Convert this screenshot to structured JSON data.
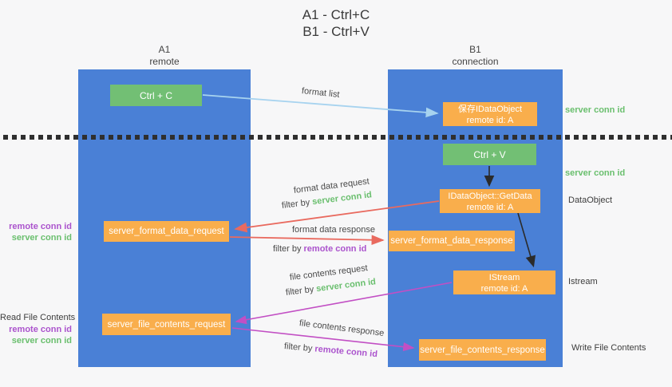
{
  "title": {
    "line1": "A1 - Ctrl+C",
    "line2": "B1 - Ctrl+V"
  },
  "columns": {
    "left": {
      "name": "A1",
      "role": "remote"
    },
    "right": {
      "name": "B1",
      "role": "connection"
    }
  },
  "nodes": {
    "ctrl_c": {
      "label": "Ctrl + C"
    },
    "ctrl_v": {
      "label": "Ctrl + V"
    },
    "save_dataobject": {
      "line1": "保存IDataObject",
      "line2": "remote id: A"
    },
    "getdata": {
      "line1": "IDataObject::GetData",
      "line2": "remote id: A"
    },
    "istream": {
      "line1": "IStream",
      "line2": "remote id: A"
    },
    "format_request": {
      "label": "server_format_data_request"
    },
    "format_response": {
      "label": "server_format_data_response"
    },
    "file_request": {
      "label": "server_file_contents_request"
    },
    "file_response": {
      "label": "server_file_contents_response"
    }
  },
  "arrow_labels": {
    "format_list": "format list",
    "format_data_request": "format data request",
    "format_data_response": "format data response",
    "file_contents_request": "file contents request",
    "file_contents_response": "file contents response",
    "filter_by": "filter by ",
    "server_conn_id": "server conn id",
    "remote_conn_id": "remote conn id"
  },
  "side_labels": {
    "left_format_remote": "remote conn id",
    "left_format_server": "server conn id",
    "read_file_contents": "Read File Contents",
    "left_file_remote": "remote conn id",
    "left_file_server": "server conn id",
    "right_server_conn_id_top": "server conn id",
    "right_server_conn_id_mid": "server conn id",
    "dataobject": "DataObject",
    "istream": "Istream",
    "write_file_contents": "Write File Contents"
  },
  "colors": {
    "column_blue": "#4a80d6",
    "green_box": "#72bf74",
    "orange_box": "#f9ae4c",
    "arrow_light_blue": "#a7d3ef",
    "arrow_red": "#e96a5f",
    "arrow_magenta": "#c24fc4",
    "arrow_black": "#2b2b2b",
    "text_green": "#6abf6e",
    "text_purple": "#ab53cd",
    "text_dark": "#3d3d3d"
  }
}
